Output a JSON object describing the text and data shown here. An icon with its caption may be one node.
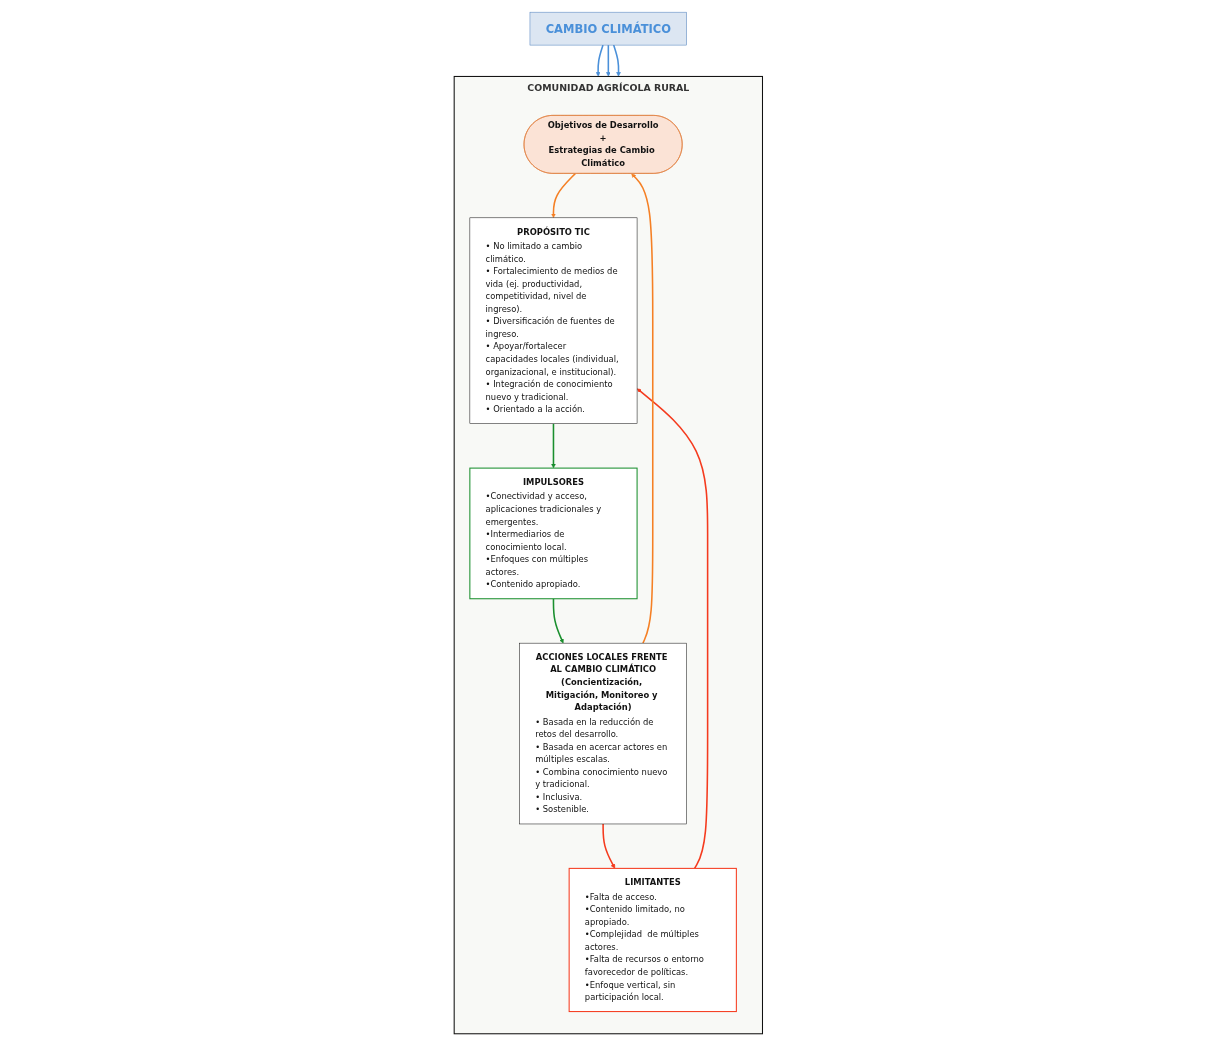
{
  "diagram": {
    "nodes": [
      {
        "text": [
          "COMUNIDAD AGRÍCOLA RURAL"
        ]
      },
      {
        "text": [
          "CAMBIO CLIMÁTICO"
        ]
      },
      {
        "text": [
          "Objetivos de Desarrollo",
          "+",
          "Estrategias de Cambio Climático"
        ],
        "in": 0
      },
      {
        "text": [
          "PROPÓSITO TIC",
          "• No limitado a cambio climático.",
          "• Fortalecimiento de medios de vida (ej. productividad, competitividad, nivel de ingreso).",
          "• Diversificación de fuentes de ingreso.",
          "• Apoyar/fortalecer capacidades locales (individual, organizacional, e institucional).",
          "• Integración de conocimiento nuevo y tradicional.",
          "• Orientado a la acción."
        ],
        "in": 0
      },
      {
        "text": [
          "IMPULSORES",
          "•Conectividad y acceso, aplicaciones tradicionales y emergentes.",
          "•Intermediarios de conocimiento local.",
          "•Enfoques con múltiples actores.",
          "•Contenido apropiado."
        ],
        "in": 0
      },
      {
        "text": [
          "LIMITANTES",
          "•Falta de acceso.",
          "•Contenido limitado, no apropiado.",
          "•Complejidad  de múltiples actores.",
          "•Falta de recursos o entorno favorecedor de políticas.",
          "•Enfoque vertical, sin participación local."
        ],
        "in": 0
      },
      {
        "text": [
          "ACCIONES LOCALES FRENTE AL CAMBIO CLIMÁTICO",
          "(Concientización, Mitigación, Monitoreo y Adaptación)",
          "• Basada en la reducción de retos del desarrollo.",
          "• Basada en acercar actores en múltiples escalas.",
          "• Combina conocimiento nuevo y tradicional.",
          "• Inclusiva.",
          "• Sostenible."
        ],
        "in": 0
      }
    ],
    "edges": [
      {
        "from": 1,
        "to": 0,
        "arrow": "to",
        "color": "#4a90d9"
      },
      {
        "from": 1,
        "to": 0,
        "arrow": "to",
        "color": "#4a90d9"
      },
      {
        "from": 1,
        "to": 0,
        "arrow": "to",
        "color": "#4a90d9"
      },
      {
        "from": 2,
        "to": 3,
        "arrow": "to",
        "color": "#f58025"
      },
      {
        "from": 3,
        "to": 4,
        "arrow": "to",
        "color": "#1a8f2e"
      },
      {
        "from": 4,
        "to": 6,
        "arrow": "to",
        "color": "#1a8f2e"
      },
      {
        "from": 6,
        "to": 5,
        "arrow": "to",
        "color": "#f53b1e"
      },
      {
        "from": 5,
        "to": 3,
        "arrow": "to",
        "color": "#f53b1e"
      },
      {
        "from": 6,
        "to": 2,
        "arrow": "to",
        "color": "#f58025"
      }
    ]
  }
}
